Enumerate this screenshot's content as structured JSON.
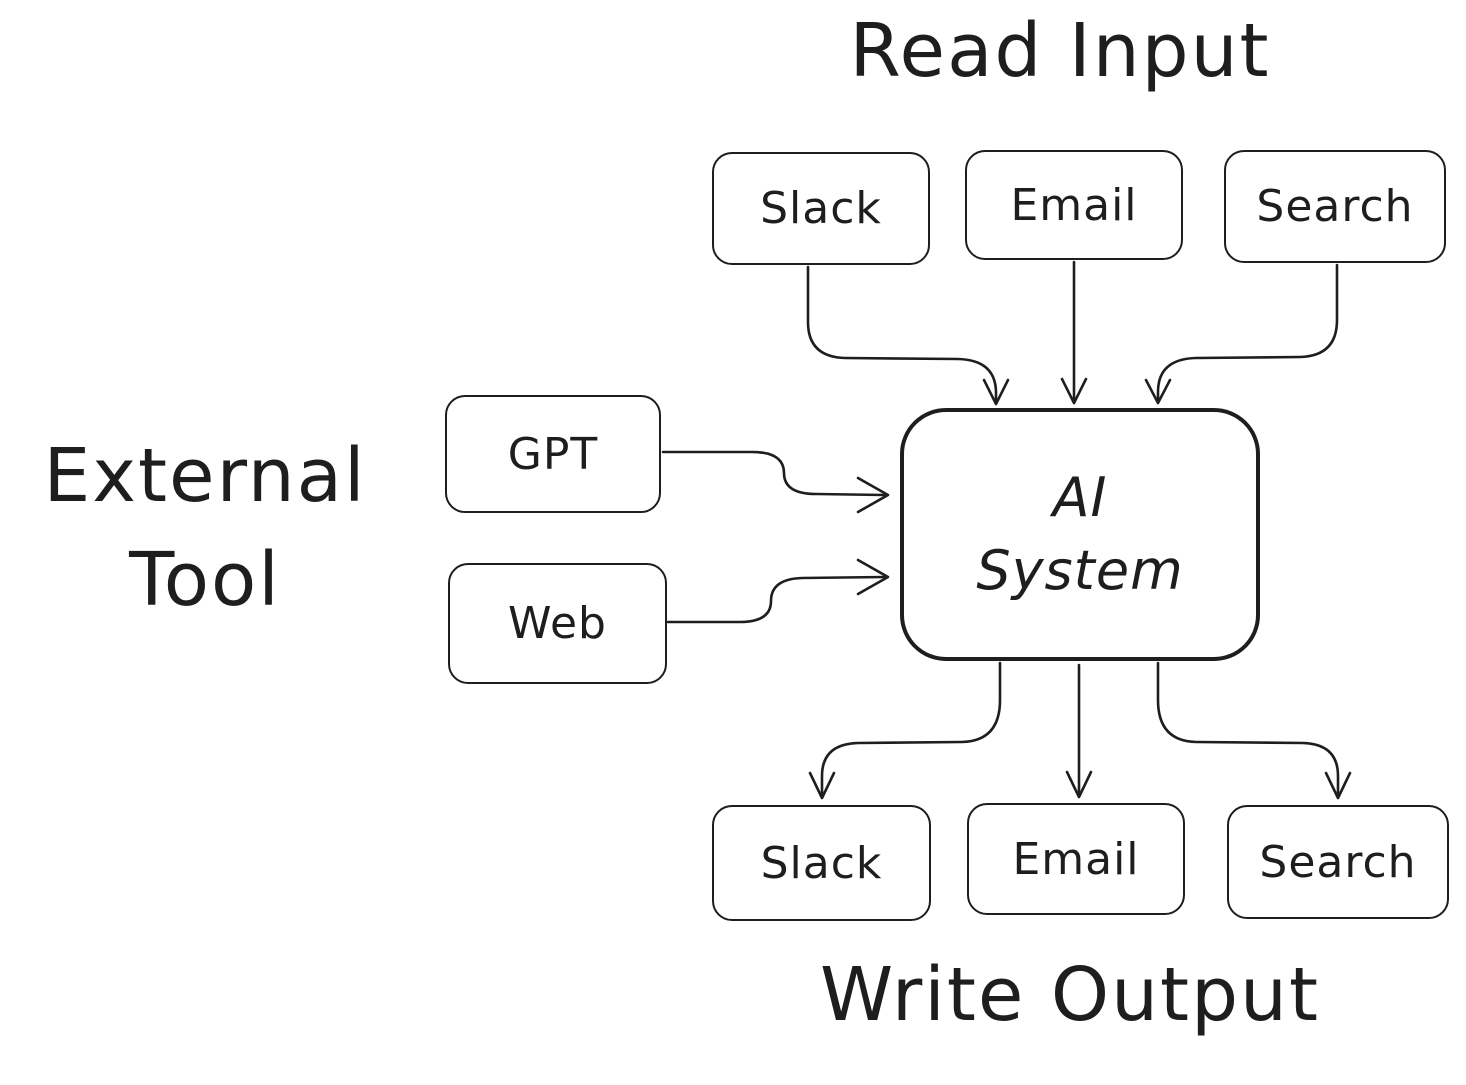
{
  "diagram": {
    "labels": {
      "read_input": "Read Input",
      "write_output": "Write Output",
      "external_tool_line1": "External",
      "external_tool_line2": "Tool"
    },
    "ai_system": {
      "line1": "AI",
      "line2": "System"
    },
    "input_nodes": [
      {
        "label": "Slack"
      },
      {
        "label": "Email"
      },
      {
        "label": "Search"
      }
    ],
    "tool_nodes": [
      {
        "label": "GPT"
      },
      {
        "label": "Web"
      }
    ],
    "output_nodes": [
      {
        "label": "Slack"
      },
      {
        "label": "Email"
      },
      {
        "label": "Search"
      }
    ],
    "colors": {
      "stroke": "#1e1e1e",
      "background": "#ffffff"
    }
  }
}
